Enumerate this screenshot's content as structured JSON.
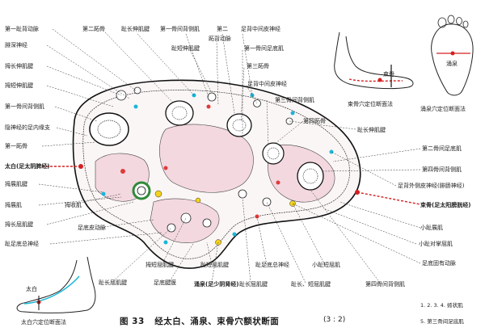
{
  "caption": {
    "figure": "图 33",
    "title": "经太白、涌泉、束骨穴额状断面",
    "ratio": "(3 : 2)"
  },
  "notes": [
    "1. 2. 3. 4. 蚓状肌",
    "5. 第三骨间足底肌"
  ],
  "insets": {
    "bottom_left": {
      "label": "太白",
      "title": "太白穴定位断面法"
    },
    "top_mid": {
      "label": "束骨",
      "title": "束骨穴定位断面法"
    },
    "top_right": {
      "label": "涌泉",
      "title": "涌泉穴定位断面法"
    }
  },
  "left_labels": [
    "第一趾背动脉",
    "腓深神经",
    "拇长伸肌腱",
    "拇短伸肌腱",
    "第一骨间背侧肌",
    "隐神经的足内缘支",
    "第一跖骨",
    "太白(足太阴脾经)",
    "拇展肌腱",
    "拇展肌",
    "拇长屈肌腱",
    "趾足底总神经"
  ],
  "top_labels": [
    "第二跖骨",
    "趾长伸肌腱",
    "第一骨间背侧肌",
    "趾短伸肌腱",
    "第二",
    "跖背动脉",
    "足背中间皮神经",
    "第一骨间足底肌",
    "第三跖骨",
    "足背中间皮神经",
    "第三骨间背侧肌"
  ],
  "right_labels": [
    "第四跖骨",
    "趾长伸肌腱",
    "第二骨间足底肌",
    "第四骨间背侧肌",
    "足背外侧皮神经(腓肠神经)",
    "束骨(足太阳膀胱经)",
    "小趾展肌",
    "小趾对掌屈肌",
    "足底固有动脉"
  ],
  "bottom_labels": [
    "拇收肌",
    "足底皮动脉",
    "趾长屈肌腱",
    "拇短屈肌腱",
    "足底腱膜",
    "涌泉(足少阴肾经)",
    "趾短屈肌腱",
    "趾长屈肌腱",
    "趾足底总神经",
    "趾长、短屈肌腱",
    "小趾短屈肌",
    "第四骨间背侧肌"
  ],
  "colors": {
    "muscle": "#f3d8e0",
    "bone_fill": "#ffffff",
    "outline": "#111111",
    "acupoint": "#d42020",
    "nerve_cyan": "#19b7d8",
    "vessel_yellow": "#f2d21c",
    "vessel_green": "#2f8a3a",
    "vessel_red": "#e03a3a"
  }
}
